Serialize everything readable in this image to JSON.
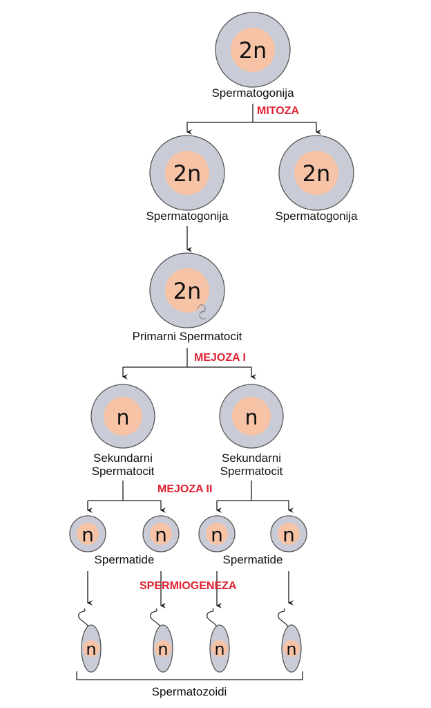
{
  "colors": {
    "cell_fill": "#c9ccd6",
    "cell_stroke": "#555555",
    "nucleus_fill": "#f6c3a6",
    "stage_text": "#e02030",
    "line": "#1a1a1a"
  },
  "ploidy": {
    "diploid": "2n",
    "haploid": "n"
  },
  "labels": {
    "spermatogonija": "Spermatogonija",
    "primarni_spermatocit": "Primarni Spermatocit",
    "sekundarni_line1": "Sekundarni",
    "sekundarni_line2": "Spermatocit",
    "spermatide": "Spermatide",
    "spermatozoidi": "Spermatozoidi"
  },
  "stages": {
    "mitoza": "MITOZA",
    "mejoza_1": "MEJOZA I",
    "mejoza_2": "MEJOZA II",
    "spermiogeneza": "SPERMIOGENEZA"
  }
}
